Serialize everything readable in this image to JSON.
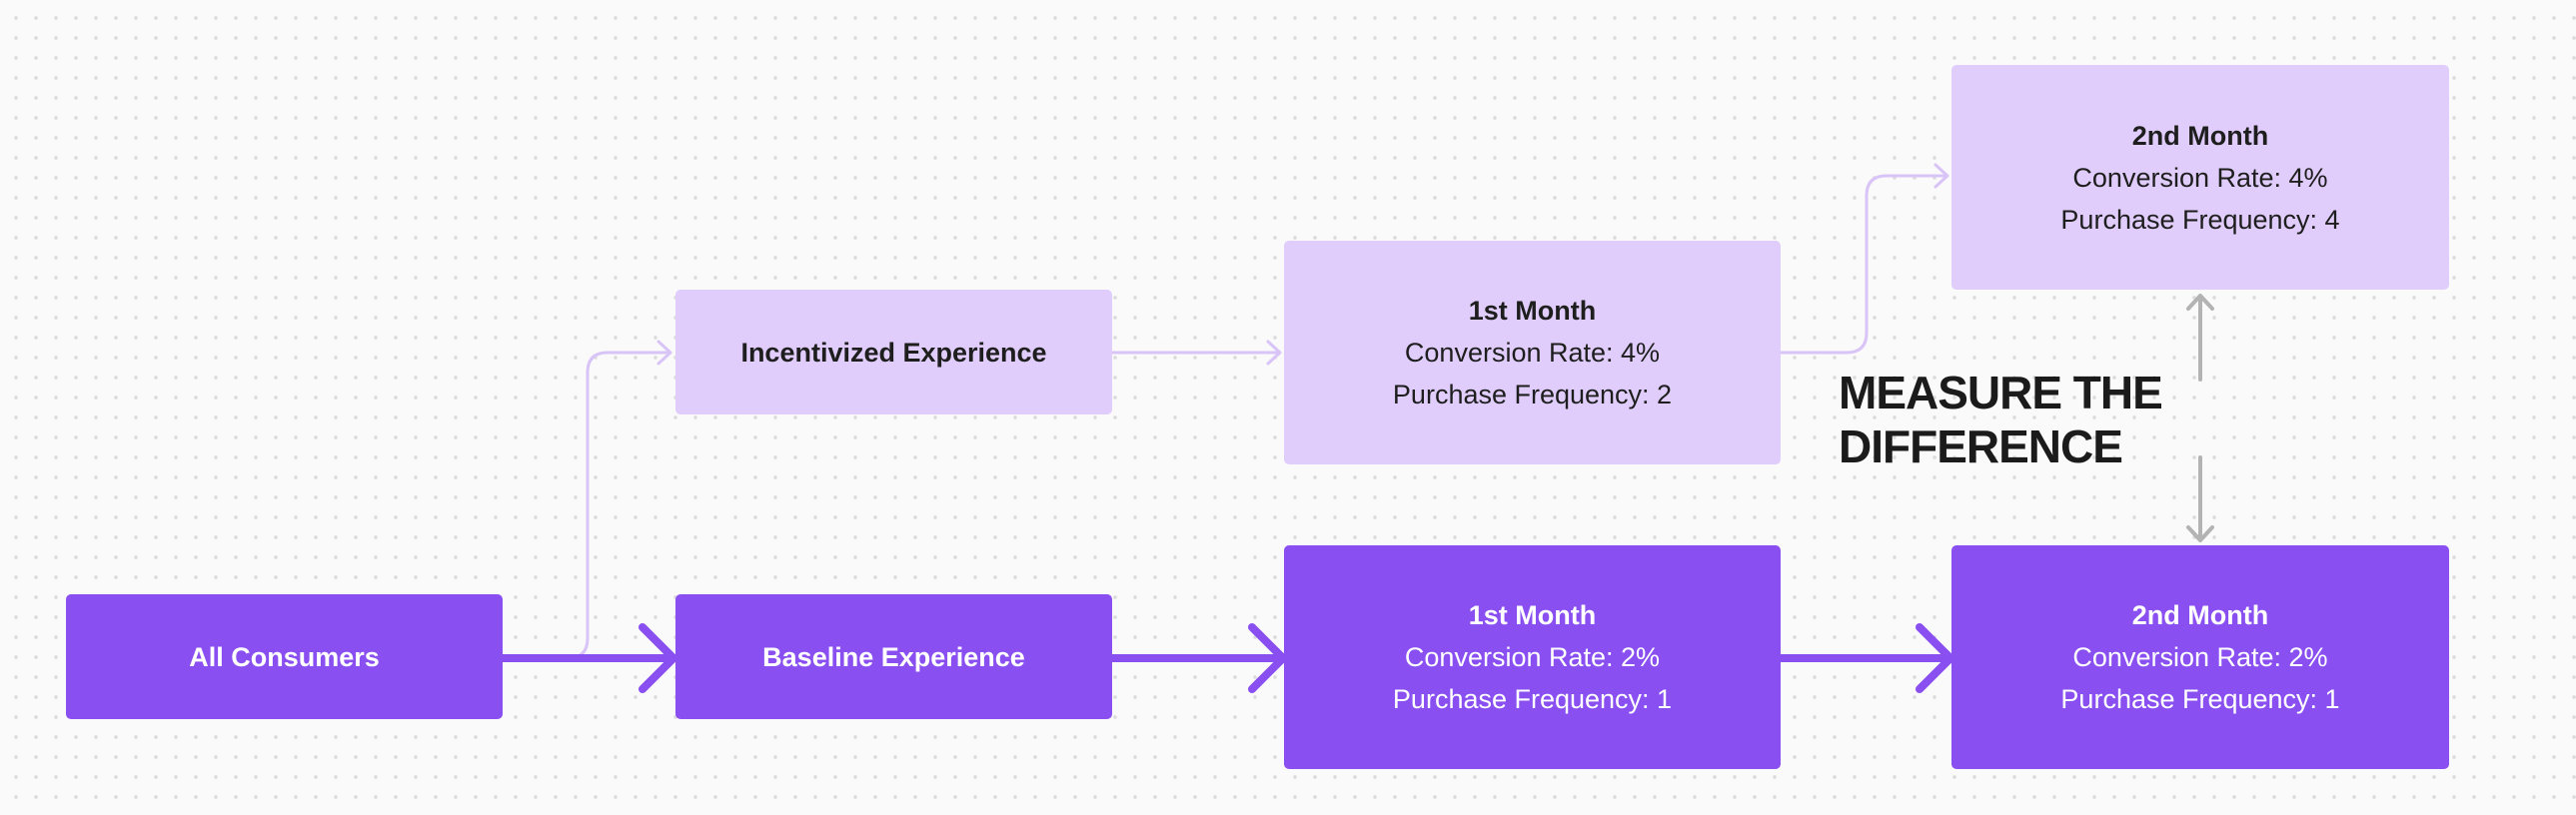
{
  "colors": {
    "dark_node": "#8a4ff1",
    "light_node": "#e0cdfb",
    "baseline_arrow": "#8a4ff1",
    "incentive_arrow": "#d9c4f7",
    "measure_arrow": "#b3b3b3",
    "measure_text": "#1b1b1b"
  },
  "nodes": {
    "all_consumers": {
      "title": "All Consumers"
    },
    "incentivized": {
      "title": "Incentivized Experience"
    },
    "baseline": {
      "title": "Baseline Experience"
    },
    "inc_month1": {
      "title": "1st Month",
      "conversion": "Conversion Rate: 4%",
      "frequency": "Purchase Frequency: 2"
    },
    "inc_month2": {
      "title": "2nd Month",
      "conversion": "Conversion Rate: 4%",
      "frequency": "Purchase Frequency: 4"
    },
    "base_month1": {
      "title": "1st Month",
      "conversion": "Conversion Rate: 2%",
      "frequency": "Purchase Frequency: 1"
    },
    "base_month2": {
      "title": "2nd Month",
      "conversion": "Conversion Rate: 2%",
      "frequency": "Purchase Frequency: 1"
    }
  },
  "measure": {
    "label": "MEASURE THE DIFFERENCE"
  }
}
